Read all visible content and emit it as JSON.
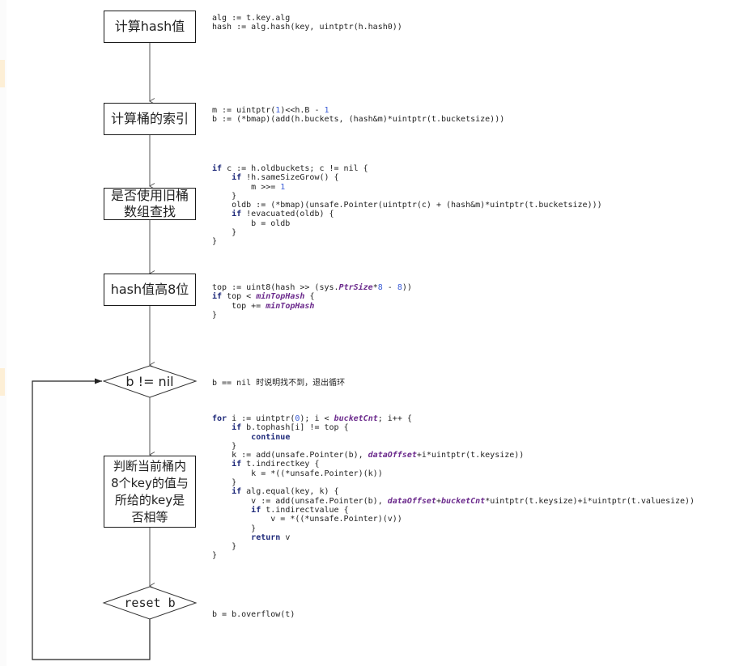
{
  "flowchart": {
    "steps": [
      {
        "id": "compute-hash",
        "label": "计算hash值"
      },
      {
        "id": "bucket-index",
        "label": "计算桶的索引"
      },
      {
        "id": "use-old-buckets",
        "label": "是否使用旧桶\n数组查找"
      },
      {
        "id": "tophash",
        "label": "hash值高8位"
      },
      {
        "id": "loop-check",
        "label": "b != nil"
      },
      {
        "id": "compare-keys",
        "label": "判断当前桶内\n8个key的值与\n所给的key是\n否相等"
      },
      {
        "id": "reset-b",
        "label": "reset b"
      }
    ]
  },
  "code_blocks": {
    "compute_hash": [
      "alg := t.key.alg",
      "hash := alg.hash(key, uintptr(h.hash0))"
    ],
    "bucket_index": [
      "m := uintptr(1)<<h.B - 1",
      "b := (*bmap)(add(h.buckets, (hash&m)*uintptr(t.bucketsize)))"
    ],
    "old_buckets": [
      "if c := h.oldbuckets; c != nil {",
      "    if !h.sameSizeGrow() {",
      "        m >>= 1",
      "    }",
      "    oldb := (*bmap)(unsafe.Pointer(uintptr(c) + (hash&m)*uintptr(t.bucketsize)))",
      "    if !evacuated(oldb) {",
      "        b = oldb",
      "    }",
      "}"
    ],
    "tophash": [
      "top := uint8(hash >> (sys.PtrSize*8 - 8))",
      "if top < minTopHash {",
      "    top += minTopHash",
      "}"
    ],
    "loop_note": "b == nil 时说明找不到，退出循环",
    "compare_keys": [
      "for i := uintptr(0); i < bucketCnt; i++ {",
      "    if b.tophash[i] != top {",
      "        continue",
      "    }",
      "    k := add(unsafe.Pointer(b), dataOffset+i*uintptr(t.keysize))",
      "    if t.indirectkey {",
      "        k = *((*unsafe.Pointer)(k))",
      "    }",
      "    if alg.equal(key, k) {",
      "        v := add(unsafe.Pointer(b), dataOffset+bucketCnt*uintptr(t.keysize)+i*uintptr(t.valuesize))",
      "        if t.indirectvalue {",
      "            v = *((*unsafe.Pointer)(v))",
      "        }",
      "        return v",
      "    }",
      "}"
    ],
    "reset_b": "b = b.overflow(t)"
  },
  "colors": {
    "keyword": "#1f2a7a",
    "identifier_italic": "#6b2a8c",
    "number": "#3b5cd6",
    "text": "#1f1f1f",
    "line": "#555555",
    "highlight_strip": "#fdefd6"
  }
}
